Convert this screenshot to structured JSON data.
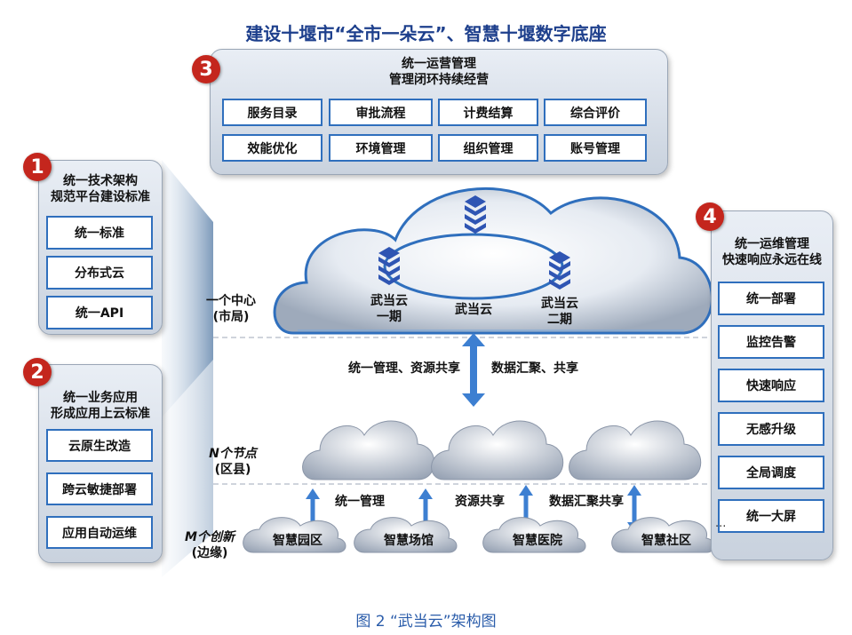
{
  "title": "建设十堰市“全市一朵云”、智慧十堰数字底座",
  "caption": "图 2 “武当云”架构图",
  "panel3": {
    "badge": "3",
    "line1": "统一运营管理",
    "line2": "管理闭环持续经营",
    "items": [
      "服务目录",
      "审批流程",
      "计费结算",
      "综合评价",
      "效能优化",
      "环境管理",
      "组织管理",
      "账号管理"
    ]
  },
  "panel1": {
    "badge": "1",
    "line1": "统一技术架构",
    "line2": "规范平台建设标准",
    "items": [
      "统一标准",
      "分布式云",
      "统一API"
    ]
  },
  "panel2": {
    "badge": "2",
    "line1": "统一业务应用",
    "line2": "形成应用上云标准",
    "items": [
      "云原生改造",
      "跨云敏捷部署",
      "应用自动运维"
    ]
  },
  "panel4": {
    "badge": "4",
    "line1": "统一运维管理",
    "line2": "快速响应永远在线",
    "items": [
      "统一部署",
      "监控告警",
      "快速响应",
      "无感升级",
      "全局调度",
      "统一大屏"
    ],
    "ellipsis": "..."
  },
  "center": {
    "label_line1": "一个中心",
    "label_line2": "(市局)",
    "node_left_1": "武当云",
    "node_left_2": "一期",
    "node_mid": "武当云",
    "node_right_1": "武当云",
    "node_right_2": "二期"
  },
  "flow_left": "统一管理、资源共享",
  "flow_right": "数据汇聚、共享",
  "n_nodes": {
    "label_line1": "N个节点",
    "label_line2": "(区县)"
  },
  "m_edges": {
    "label_line1": "M个创新",
    "label_line2": "(边缘)"
  },
  "edge_flows": [
    "统一管理",
    "资源共享",
    "数据汇聚共享"
  ],
  "edge_clouds": [
    "智慧园区",
    "智慧场馆",
    "智慧医院",
    "智慧社区"
  ],
  "colors": {
    "accent": "#2f6fbd",
    "badge": "#c4261d",
    "title": "#1d3f8c",
    "arrow": "#3d7fd1"
  }
}
